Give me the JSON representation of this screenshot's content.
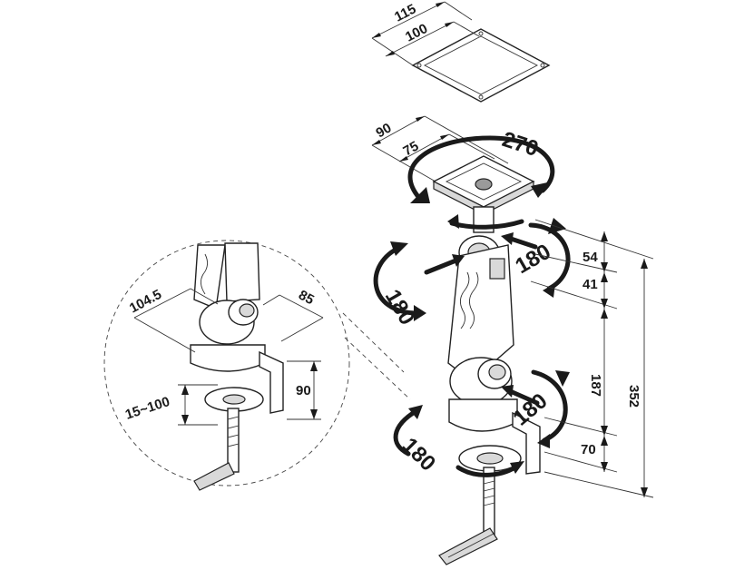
{
  "plate_dimensions": {
    "outer_width": "115",
    "inner_width": "100"
  },
  "head_dimensions": {
    "outer_width": "90",
    "inner_width": "75"
  },
  "rotations": {
    "head_swivel": "270",
    "arm_tilt_left": "180",
    "arm_tilt_right": "180",
    "base_tilt": "180",
    "base_swivel": "180"
  },
  "height_dimensions": {
    "upper_joint": "54",
    "upper_gap": "41",
    "arm_length": "187",
    "base_height": "70",
    "total_height": "352"
  },
  "clamp_detail": {
    "depth": "104.5",
    "width": "85",
    "clamp_height": "90",
    "clamp_range": "15~100"
  }
}
